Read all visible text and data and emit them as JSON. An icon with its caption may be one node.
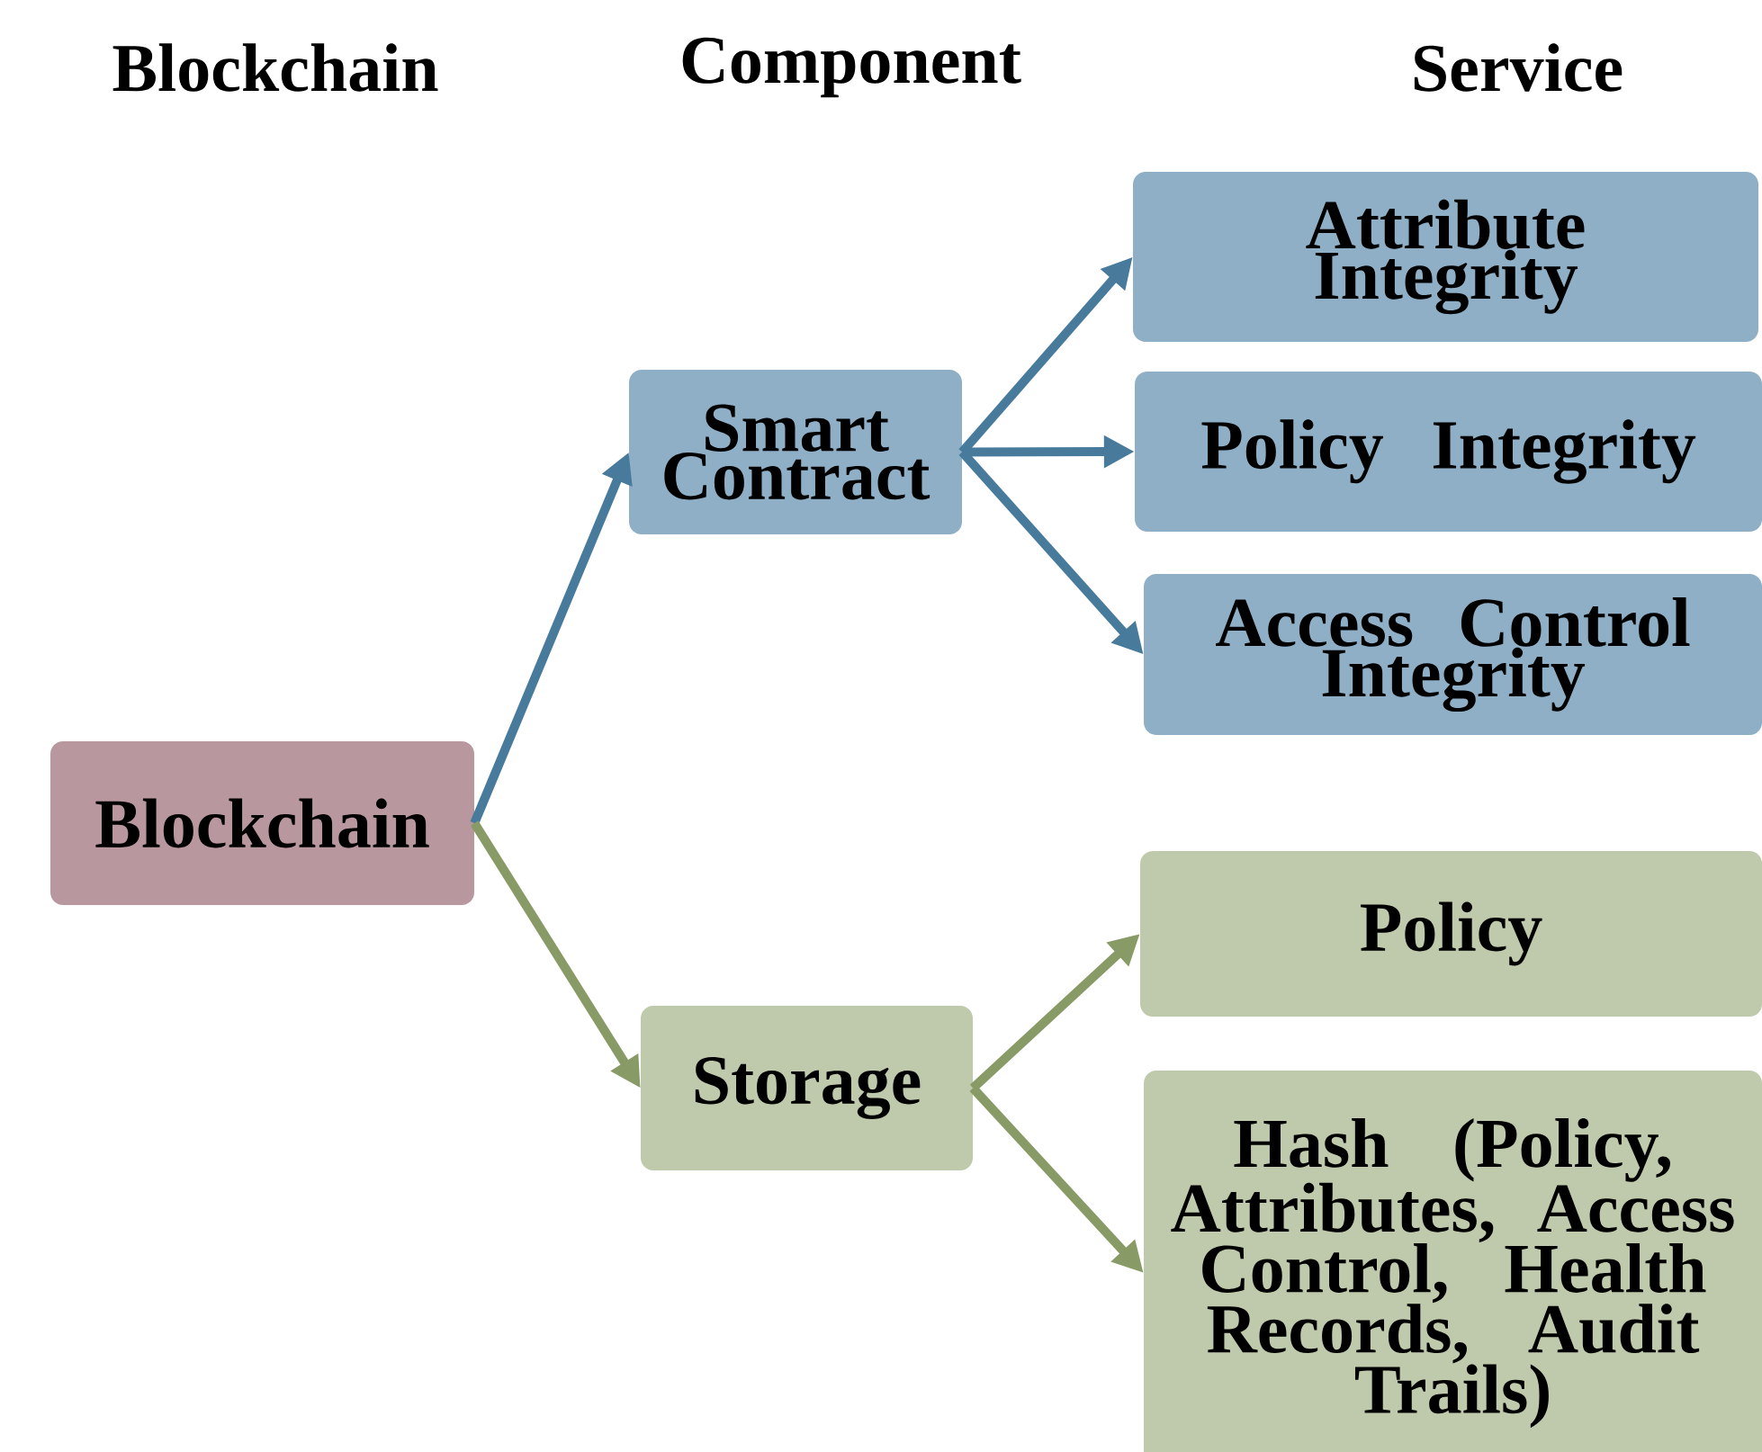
{
  "diagram": {
    "nodes": [
      {
        "text": [
          "Blockchain"
        ]
      },
      {
        "text": [
          "Smart Contract"
        ]
      },
      {
        "text": [
          "Attribute Integrity"
        ]
      },
      {
        "text": [
          "Policy Integrity"
        ]
      },
      {
        "text": [
          "Access Control Integrity"
        ]
      },
      {
        "text": [
          "Storage"
        ]
      },
      {
        "text": [
          "Policy"
        ]
      },
      {
        "text": [
          "Hash (Policy, Attributes, Access Control, Health Records, Audit Trails)"
        ]
      }
    ],
    "edges": [
      {
        "from": 0,
        "to": 1,
        "arrow": "to",
        "color": "#487a9c"
      },
      {
        "from": 1,
        "to": 2,
        "arrow": "to",
        "color": "#487a9c"
      },
      {
        "from": 1,
        "to": 3,
        "arrow": "to",
        "color": "#487a9c"
      },
      {
        "from": 1,
        "to": 4,
        "arrow": "to",
        "color": "#487a9c"
      },
      {
        "from": 0,
        "to": 5,
        "arrow": "to",
        "color": "#889a66"
      },
      {
        "from": 5,
        "to": 6,
        "arrow": "to",
        "color": "#889a66"
      },
      {
        "from": 5,
        "to": 7,
        "arrow": "to",
        "color": "#889a66"
      }
    ],
    "labels": [
      "Blockchain",
      "Component",
      "Service"
    ]
  }
}
